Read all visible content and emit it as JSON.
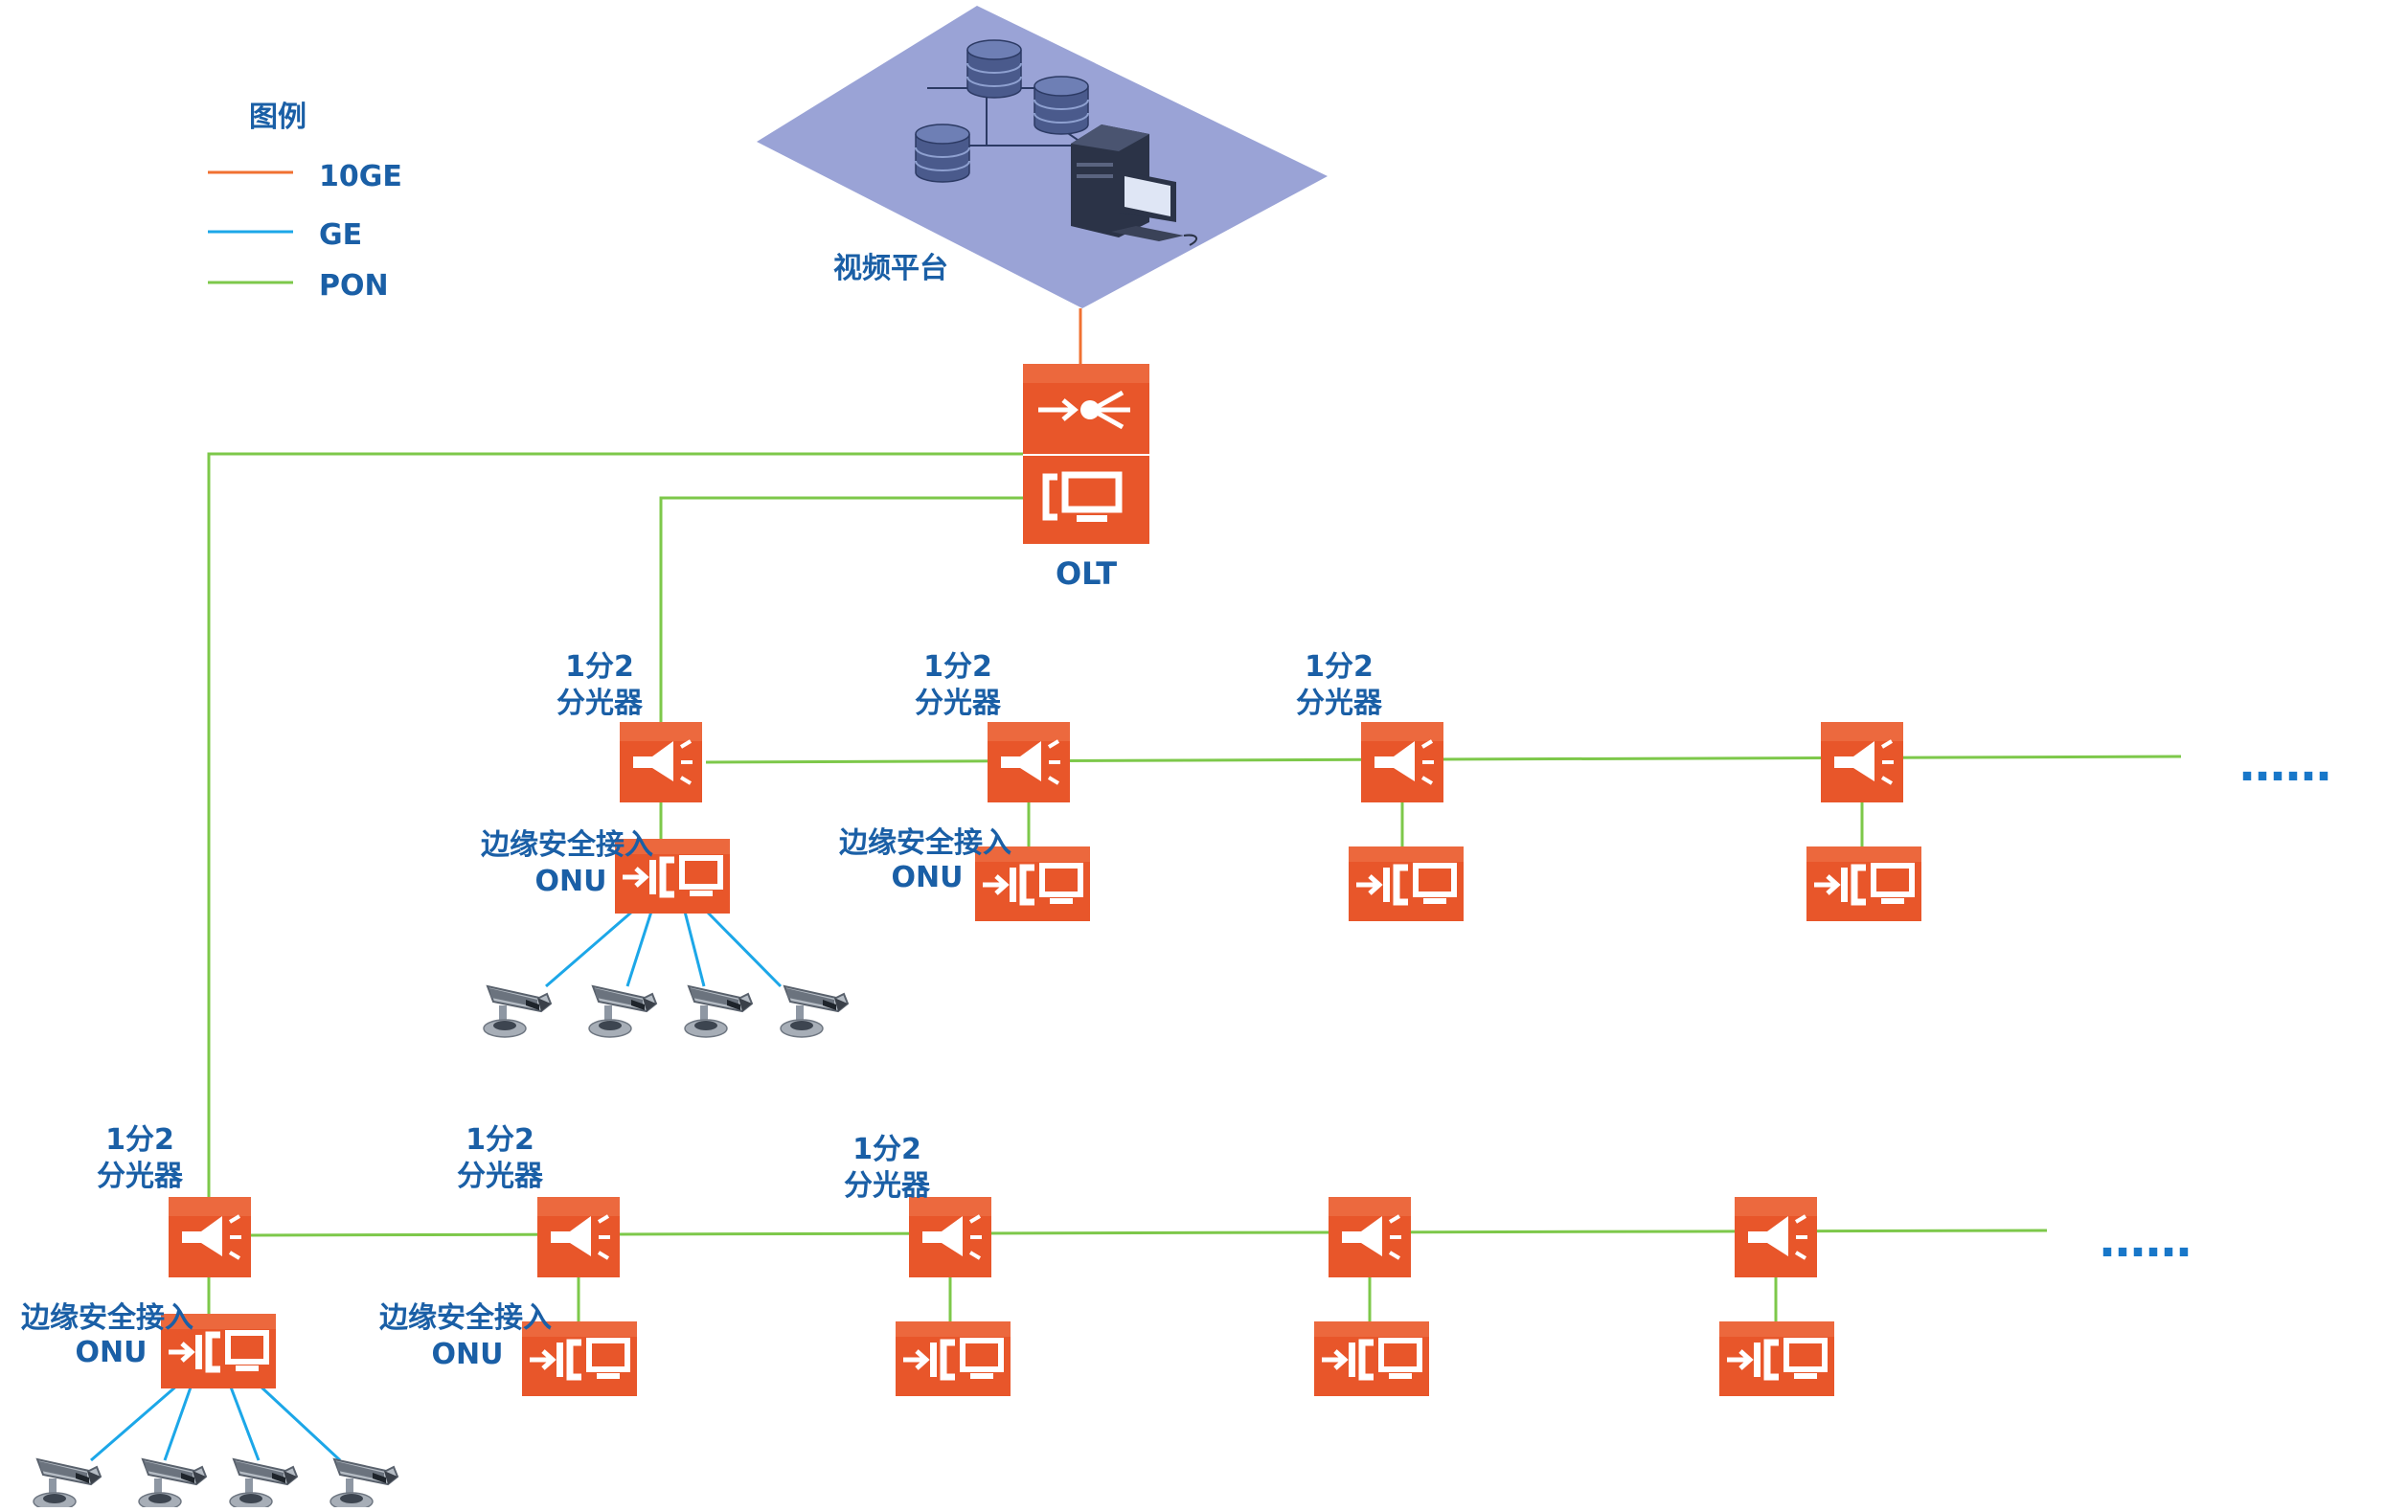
{
  "legend": {
    "title": "图例",
    "items": [
      {
        "label": "10GE",
        "color": "#f07132"
      },
      {
        "label": "GE",
        "color": "#1ca7e8"
      },
      {
        "label": "PON",
        "color": "#7dc84a"
      }
    ]
  },
  "platform": {
    "label": "视频平台"
  },
  "olt": {
    "label": "OLT"
  },
  "splitter": {
    "label_line1": "1分2",
    "label_line2": "分光器"
  },
  "onu": {
    "label_line1": "边缘安全接入",
    "label_line2": "ONU"
  },
  "continuation": "……",
  "colors": {
    "device_orange": "#e8562a",
    "label_blue": "#1a5fa6",
    "platform_fill": "#9aa3d6",
    "pon_green": "#7dc84a",
    "ge_blue": "#1ca7e8",
    "tenge_orange": "#f07132",
    "dots_blue": "#1877c9"
  },
  "icons": [
    "database-icon",
    "server-icon",
    "monitor-icon",
    "olt-router-icon",
    "splitter-icon",
    "onu-icon",
    "camera-icon"
  ]
}
